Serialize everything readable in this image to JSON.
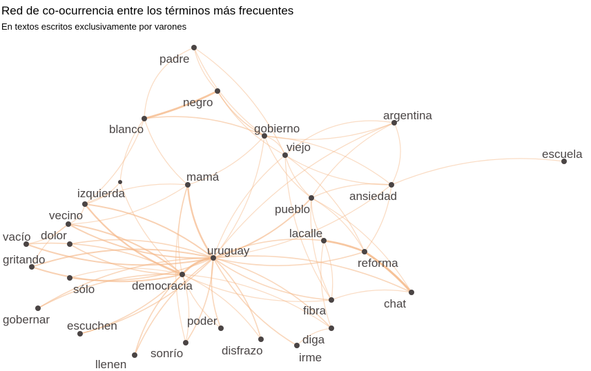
{
  "title": "Red de co-ocurrencia entre los términos más frecuentes",
  "subtitle": "En textos escritos exclusivamente por varones",
  "colors": {
    "edge": "#f5b98a",
    "node": "#4a4444",
    "label": "#4a4545"
  },
  "nodes": [
    {
      "id": "padre",
      "label": "padre"
    },
    {
      "id": "negro",
      "label": "negro"
    },
    {
      "id": "blanco",
      "label": "blanco"
    },
    {
      "id": "gobierno",
      "label": "gobierno"
    },
    {
      "id": "viejo",
      "label": "viejo"
    },
    {
      "id": "argentina",
      "label": "argentina"
    },
    {
      "id": "escuela",
      "label": "escuela"
    },
    {
      "id": "mama",
      "label": "mamá"
    },
    {
      "id": "ansiedad",
      "label": "ansiedad"
    },
    {
      "id": "izquierda",
      "label": "izquierda"
    },
    {
      "id": "pueblo",
      "label": "pueblo"
    },
    {
      "id": "vecino",
      "label": "vecino"
    },
    {
      "id": "lacalle",
      "label": "lacalle"
    },
    {
      "id": "vacio",
      "label": "vacío"
    },
    {
      "id": "dolor",
      "label": "dolor"
    },
    {
      "id": "uruguay",
      "label": "uruguay"
    },
    {
      "id": "reforma",
      "label": "reforma"
    },
    {
      "id": "gritando",
      "label": "gritando"
    },
    {
      "id": "solo",
      "label": "sólo"
    },
    {
      "id": "democracia",
      "label": "democracia"
    },
    {
      "id": "chat",
      "label": "chat"
    },
    {
      "id": "fibra",
      "label": "fibra"
    },
    {
      "id": "gobernar",
      "label": "gobernar"
    },
    {
      "id": "escuchen",
      "label": "escuchen"
    },
    {
      "id": "poder",
      "label": "poder"
    },
    {
      "id": "diga",
      "label": "diga"
    },
    {
      "id": "disfrazo",
      "label": "disfrazo"
    },
    {
      "id": "sonrio",
      "label": "sonrío"
    },
    {
      "id": "irme",
      "label": "irme"
    },
    {
      "id": "llenen",
      "label": "llenen"
    },
    {
      "id": "unlabeled",
      "label": ""
    }
  ],
  "edges": [
    {
      "source": "negro",
      "target": "blanco",
      "weight": 3
    },
    {
      "source": "uruguay",
      "target": "democracia",
      "weight": 3
    },
    {
      "source": "uruguay",
      "target": "mama",
      "weight": 2.5
    },
    {
      "source": "uruguay",
      "target": "izquierda",
      "weight": 2
    },
    {
      "source": "uruguay",
      "target": "vecino",
      "weight": 2
    },
    {
      "source": "uruguay",
      "target": "pueblo",
      "weight": 2
    },
    {
      "source": "uruguay",
      "target": "lacalle",
      "weight": 1.5
    },
    {
      "source": "uruguay",
      "target": "reforma",
      "weight": 1.5
    },
    {
      "source": "uruguay",
      "target": "chat",
      "weight": 1.5
    },
    {
      "source": "uruguay",
      "target": "fibra",
      "weight": 1.5
    },
    {
      "source": "uruguay",
      "target": "diga",
      "weight": 1.5
    },
    {
      "source": "uruguay",
      "target": "irme",
      "weight": 1.5
    },
    {
      "source": "uruguay",
      "target": "disfrazo",
      "weight": 1.5
    },
    {
      "source": "uruguay",
      "target": "poder",
      "weight": 1.5
    },
    {
      "source": "uruguay",
      "target": "sonrio",
      "weight": 1.5
    },
    {
      "source": "uruguay",
      "target": "llenen",
      "weight": 1.5
    },
    {
      "source": "uruguay",
      "target": "escuchen",
      "weight": 1.5
    },
    {
      "source": "uruguay",
      "target": "gobernar",
      "weight": 1.5
    },
    {
      "source": "uruguay",
      "target": "solo",
      "weight": 1.5
    },
    {
      "source": "uruguay",
      "target": "gritando",
      "weight": 2
    },
    {
      "source": "uruguay",
      "target": "vacio",
      "weight": 2
    },
    {
      "source": "uruguay",
      "target": "dolor",
      "weight": 1.5
    },
    {
      "source": "uruguay",
      "target": "viejo",
      "weight": 1
    },
    {
      "source": "uruguay",
      "target": "gobierno",
      "weight": 1
    },
    {
      "source": "uruguay",
      "target": "argentina",
      "weight": 1
    },
    {
      "source": "uruguay",
      "target": "ansiedad",
      "weight": 1
    },
    {
      "source": "lacalle",
      "target": "reforma",
      "weight": 3
    },
    {
      "source": "reforma",
      "target": "chat",
      "weight": 3.5
    },
    {
      "source": "democracia",
      "target": "izquierda",
      "weight": 2.5
    },
    {
      "source": "democracia",
      "target": "vecino",
      "weight": 2
    },
    {
      "source": "democracia",
      "target": "gritando",
      "weight": 2
    },
    {
      "source": "democracia",
      "target": "vacio",
      "weight": 1.5
    },
    {
      "source": "democracia",
      "target": "dolor",
      "weight": 1.5
    },
    {
      "source": "democracia",
      "target": "llenen",
      "weight": 1.5
    },
    {
      "source": "democracia",
      "target": "escuchen",
      "weight": 1.5
    },
    {
      "source": "democracia",
      "target": "gobernar",
      "weight": 1.5
    },
    {
      "source": "democracia",
      "target": "sonrio",
      "weight": 1
    },
    {
      "source": "democracia",
      "target": "poder",
      "weight": 1
    },
    {
      "source": "democracia",
      "target": "diga",
      "weight": 1
    },
    {
      "source": "democracia",
      "target": "fibra",
      "weight": 1
    },
    {
      "source": "democracia",
      "target": "mama",
      "weight": 1
    },
    {
      "source": "democracia",
      "target": "solo",
      "weight": 1
    },
    {
      "source": "democracia",
      "target": "disfrazo",
      "weight": 1
    },
    {
      "source": "negro",
      "target": "gobierno",
      "weight": 1.5
    },
    {
      "source": "negro",
      "target": "padre",
      "weight": 1
    },
    {
      "source": "negro",
      "target": "viejo",
      "weight": 1
    },
    {
      "source": "blanco",
      "target": "gobierno",
      "weight": 1.5
    },
    {
      "source": "blanco",
      "target": "mama",
      "weight": 1
    },
    {
      "source": "blanco",
      "target": "izquierda",
      "weight": 1
    },
    {
      "source": "blanco",
      "target": "padre",
      "weight": 1
    },
    {
      "source": "padre",
      "target": "viejo",
      "weight": 1
    },
    {
      "source": "padre",
      "target": "gobierno",
      "weight": 1
    },
    {
      "source": "gobierno",
      "target": "viejo",
      "weight": 1
    },
    {
      "source": "gobierno",
      "target": "argentina",
      "weight": 1
    },
    {
      "source": "gobierno",
      "target": "ansiedad",
      "weight": 1
    },
    {
      "source": "gobierno",
      "target": "pueblo",
      "weight": 1
    },
    {
      "source": "gobierno",
      "target": "mama",
      "weight": 1
    },
    {
      "source": "viejo",
      "target": "pueblo",
      "weight": 1
    },
    {
      "source": "viejo",
      "target": "argentina",
      "weight": 1
    },
    {
      "source": "viejo",
      "target": "ansiedad",
      "weight": 1
    },
    {
      "source": "viejo",
      "target": "reforma",
      "weight": 1
    },
    {
      "source": "viejo",
      "target": "fibra",
      "weight": 1
    },
    {
      "source": "argentina",
      "target": "ansiedad",
      "weight": 1
    },
    {
      "source": "argentina",
      "target": "pueblo",
      "weight": 1
    },
    {
      "source": "ansiedad",
      "target": "escuela",
      "weight": 1
    },
    {
      "source": "ansiedad",
      "target": "pueblo",
      "weight": 1
    },
    {
      "source": "ansiedad",
      "target": "reforma",
      "weight": 1
    },
    {
      "source": "pueblo",
      "target": "lacalle",
      "weight": 1
    },
    {
      "source": "pueblo",
      "target": "chat",
      "weight": 1
    },
    {
      "source": "pueblo",
      "target": "fibra",
      "weight": 1
    },
    {
      "source": "pueblo",
      "target": "reforma",
      "weight": 1
    },
    {
      "source": "mama",
      "target": "izquierda",
      "weight": 1
    },
    {
      "source": "mama",
      "target": "vecino",
      "weight": 1
    },
    {
      "source": "mama",
      "target": "sonrio",
      "weight": 1
    },
    {
      "source": "izquierda",
      "target": "vecino",
      "weight": 1
    },
    {
      "source": "izquierda",
      "target": "unlabeled",
      "weight": 1
    },
    {
      "source": "unlabeled",
      "target": "blanco",
      "weight": 1
    },
    {
      "source": "unlabeled",
      "target": "democracia",
      "weight": 1
    },
    {
      "source": "vecino",
      "target": "vacio",
      "weight": 1
    },
    {
      "source": "vecino",
      "target": "gritando",
      "weight": 1
    },
    {
      "source": "lacalle",
      "target": "fibra",
      "weight": 1
    },
    {
      "source": "lacalle",
      "target": "diga",
      "weight": 1
    },
    {
      "source": "fibra",
      "target": "chat",
      "weight": 1
    },
    {
      "source": "diga",
      "target": "irme",
      "weight": 1
    }
  ]
}
